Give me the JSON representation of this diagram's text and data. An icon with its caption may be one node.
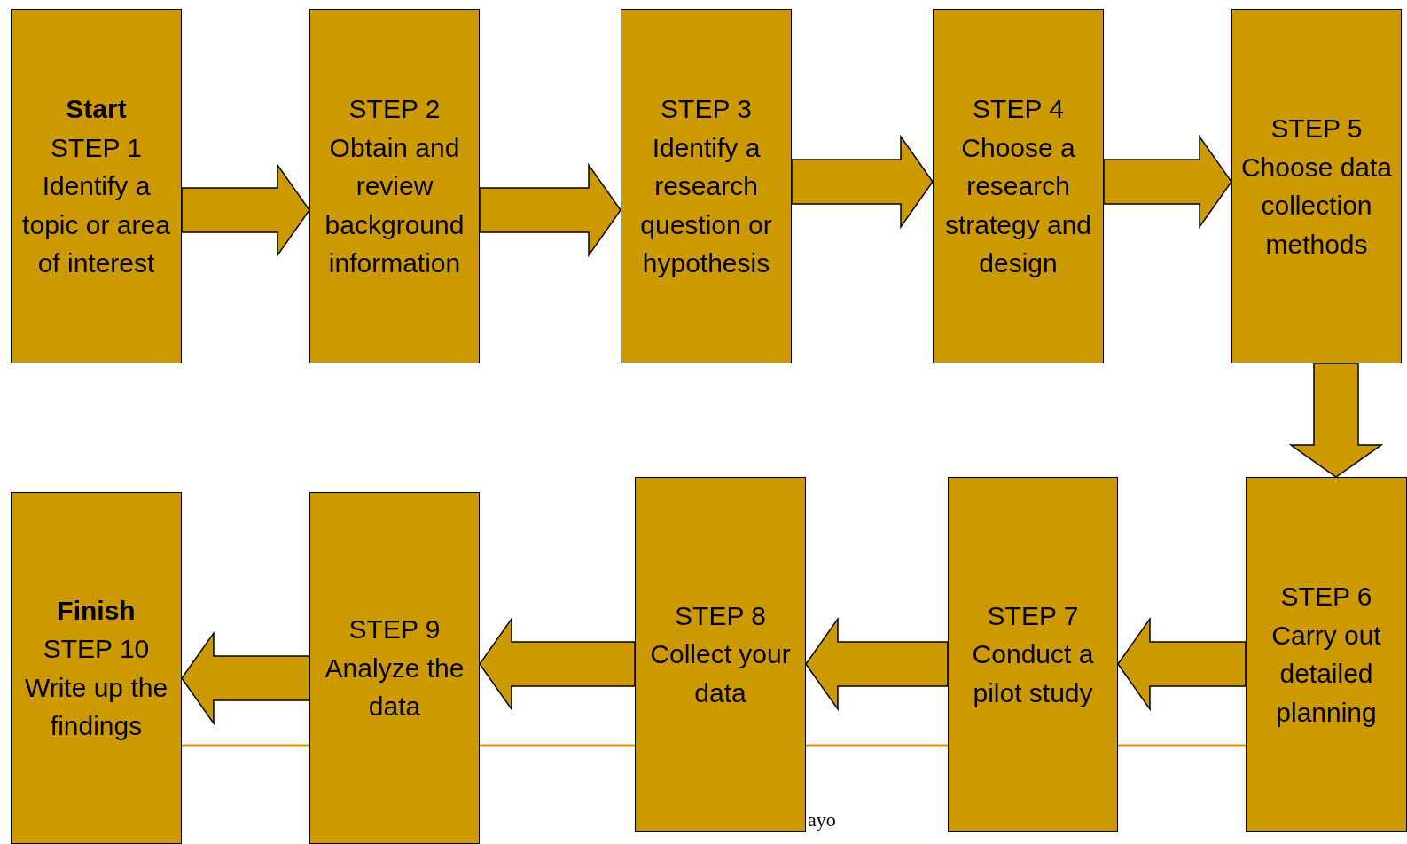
{
  "diagram": {
    "nodes": [
      {
        "text": [
          "Start",
          "STEP 1 Identify a topic or area of interest"
        ]
      },
      {
        "text": [
          "STEP 2 Obtain and review background information"
        ]
      },
      {
        "text": [
          "STEP 3 Identify a research question or hypothesis"
        ]
      },
      {
        "text": [
          "STEP 4 Choose a research strategy and design"
        ]
      },
      {
        "text": [
          "STEP 5 Choose data collection methods"
        ]
      },
      {
        "text": [
          "STEP 6 Carry out detailed planning"
        ]
      },
      {
        "text": [
          "STEP 7 Conduct a pilot study"
        ]
      },
      {
        "text": [
          "STEP 8 Collect your data"
        ]
      },
      {
        "text": [
          "STEP 9 Analyze the data"
        ]
      },
      {
        "text": [
          "Finish",
          "STEP 10 Write up the findings"
        ]
      }
    ],
    "edges": [
      {
        "from": 0,
        "to": 1,
        "arrow": "to"
      },
      {
        "from": 1,
        "to": 2,
        "arrow": "to"
      },
      {
        "from": 2,
        "to": 3,
        "arrow": "to"
      },
      {
        "from": 3,
        "to": 4,
        "arrow": "to"
      },
      {
        "from": 4,
        "to": 5,
        "arrow": "to"
      },
      {
        "from": 5,
        "to": 6,
        "arrow": "to"
      },
      {
        "from": 6,
        "to": 7,
        "arrow": "to"
      },
      {
        "from": 7,
        "to": 8,
        "arrow": "to"
      },
      {
        "from": 8,
        "to": 9,
        "arrow": "to"
      }
    ],
    "labels": [
      "ayo"
    ]
  }
}
